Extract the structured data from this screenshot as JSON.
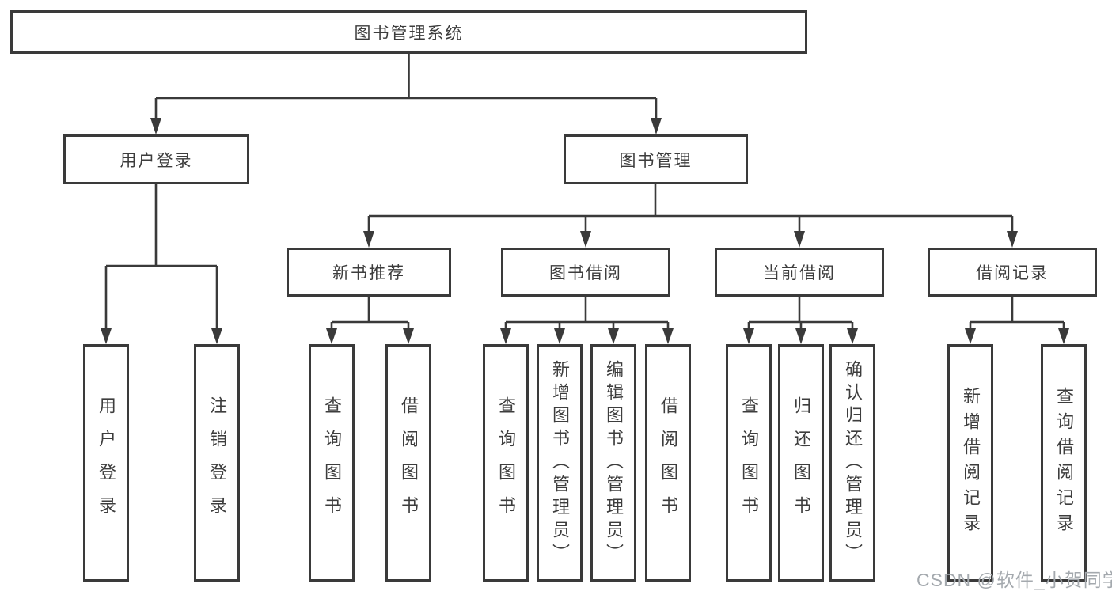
{
  "diagram": {
    "root": {
      "label": "图书管理系统"
    },
    "level2": [
      {
        "label": "用户登录"
      },
      {
        "label": "图书管理"
      }
    ],
    "level3": [
      {
        "label": "新书推荐"
      },
      {
        "label": "图书借阅"
      },
      {
        "label": "当前借阅"
      },
      {
        "label": "借阅记录"
      }
    ],
    "leaves": [
      {
        "label": "用户登录",
        "parent": "用户登录"
      },
      {
        "label": "注销登录",
        "parent": "用户登录"
      },
      {
        "label": "查询图书",
        "parent": "新书推荐"
      },
      {
        "label": "借阅图书",
        "parent": "新书推荐"
      },
      {
        "label": "查询图书",
        "parent": "图书借阅"
      },
      {
        "label": "新增图书（管理员）",
        "parent": "图书借阅"
      },
      {
        "label": "编辑图书（管理员）",
        "parent": "图书借阅"
      },
      {
        "label": "借阅图书",
        "parent": "图书借阅"
      },
      {
        "label": "查询图书",
        "parent": "当前借阅"
      },
      {
        "label": "归还图书",
        "parent": "当前借阅"
      },
      {
        "label": "确认归还（管理员）",
        "parent": "当前借阅"
      },
      {
        "label": "新增借阅记录",
        "parent": "借阅记录"
      },
      {
        "label": "查询借阅记录",
        "parent": "借阅记录"
      }
    ]
  },
  "watermark": {
    "text": "CSDN @软件_小贺同学"
  },
  "colors": {
    "line": "#3a3a3a",
    "text": "#3d3d3d",
    "background": "#ffffff",
    "watermark": "#a4a9ae"
  }
}
